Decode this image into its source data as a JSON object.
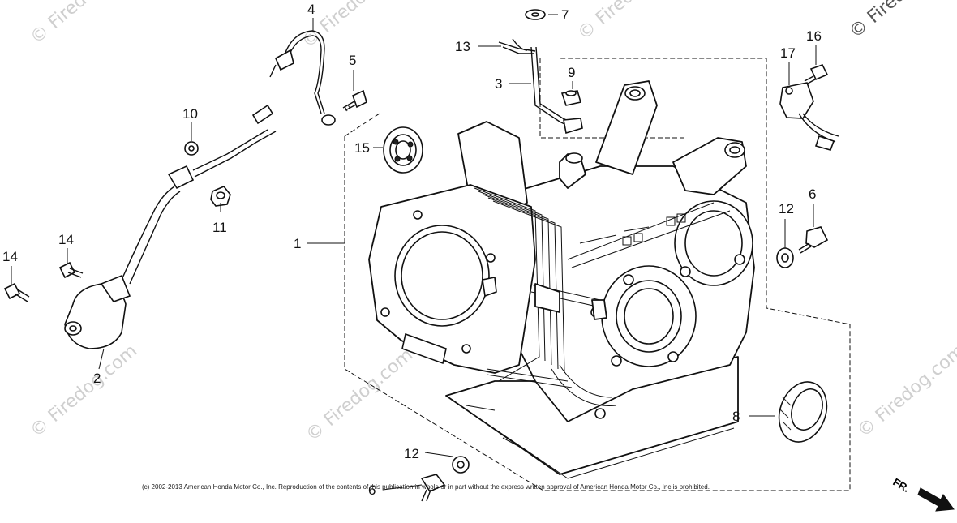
{
  "callouts": {
    "c1": "1",
    "c2": "2",
    "c3": "3",
    "c4": "4",
    "c5": "5",
    "c6a": "6",
    "c6b": "6",
    "c7": "7",
    "c8": "8",
    "c9": "9",
    "c10": "10",
    "c11": "11",
    "c12a": "12",
    "c12b": "12",
    "c13": "13",
    "c14a": "14",
    "c14b": "14",
    "c15": "15",
    "c16": "16",
    "c17": "17"
  },
  "watermark": "© Firedog.com",
  "copyright": "(c) 2002-2013 American Honda Motor Co., Inc. Reproduction of the contents of this publication in whole or in part without the express written approval of American Honda Motor Co., Inc is prohibited.",
  "direction_label": "FR."
}
